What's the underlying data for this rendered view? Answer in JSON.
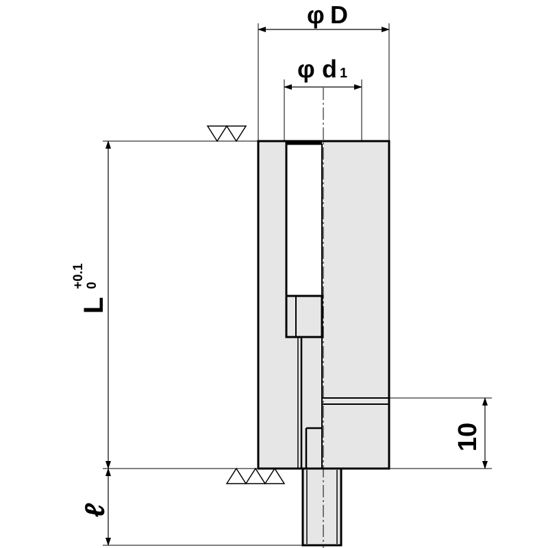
{
  "labels": {
    "dia_outer_symbol": "φ",
    "dia_outer_letter": "D",
    "dia_inner_symbol": "φ",
    "dia_inner_letter": "d",
    "dia_inner_sub": "1",
    "length_letter": "L",
    "tol_upper": "+0.1",
    "tol_lower": "0",
    "thread_length_letter": "ℓ",
    "offset_value": "10"
  },
  "colors": {
    "body_fill": "#e6e6e6",
    "line": "#000000",
    "background": "#ffffff"
  },
  "icons": [
    "surface-finish-two-triangles-icon",
    "surface-finish-three-triangles-icon"
  ]
}
